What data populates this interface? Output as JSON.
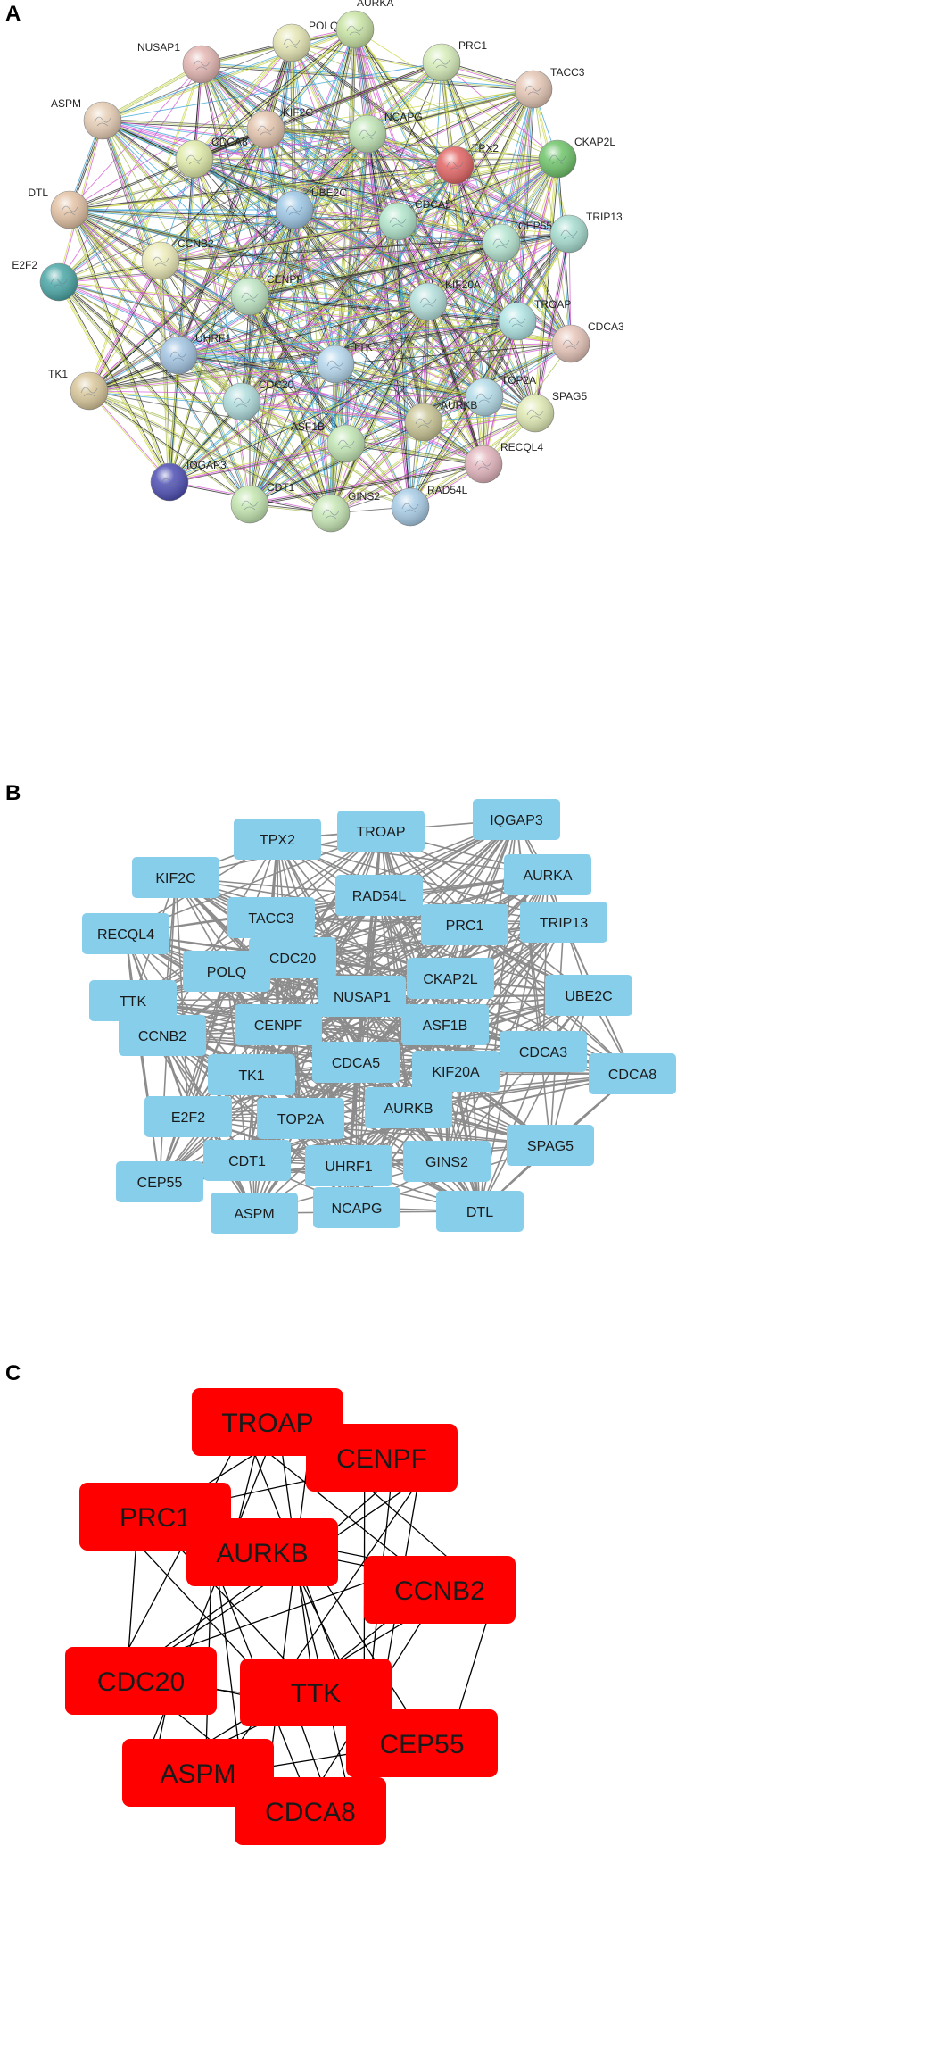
{
  "panels": {
    "a": "A",
    "b": "B",
    "c": "C"
  },
  "colors": {
    "edge_a": [
      "#c8d43a",
      "#1a1a1a",
      "#d14fd1",
      "#2e9fd6",
      "#a3b84a",
      "#555555"
    ],
    "box_b": "#87ceeb",
    "edge_b": "#8c8c8c",
    "box_c": "#ff0000",
    "edge_c": "#000000"
  },
  "network_a": [
    {
      "label": "NUSAP1",
      "color": "#e3b5b1"
    },
    {
      "label": "POLQ",
      "color": "#e6e6b4"
    },
    {
      "label": "AURKA",
      "color": "#c9e4a4"
    },
    {
      "label": "PRC1",
      "color": "#d5ecb8"
    },
    {
      "label": "TACC3",
      "color": "#e4c6b4"
    },
    {
      "label": "ASPM",
      "color": "#e6cdb4"
    },
    {
      "label": "KIF2C",
      "color": "#e3c4ad"
    },
    {
      "label": "NCAPG",
      "color": "#bfe4b4"
    },
    {
      "label": "TPX2",
      "color": "#e36565"
    },
    {
      "label": "CKAP2L",
      "color": "#6fc46a"
    },
    {
      "label": "CDCA8",
      "color": "#dfeaa8"
    },
    {
      "label": "DTL",
      "color": "#e3c2a4"
    },
    {
      "label": "UBE2C",
      "color": "#9ec8e6"
    },
    {
      "label": "CDCA5",
      "color": "#b2e6cc"
    },
    {
      "label": "CEP55",
      "color": "#b6e6d2"
    },
    {
      "label": "TRIP13",
      "color": "#a6dccf"
    },
    {
      "label": "CCNB2",
      "color": "#ecebb8"
    },
    {
      "label": "E2F2",
      "color": "#4aa6a6"
    },
    {
      "label": "CENPF",
      "color": "#bfe6c4"
    },
    {
      "label": "KIF20A",
      "color": "#b4e0dc"
    },
    {
      "label": "TROAP",
      "color": "#b0e4e4"
    },
    {
      "label": "CDCA3",
      "color": "#e6c4b8"
    },
    {
      "label": "UHRF1",
      "color": "#a2c4e2"
    },
    {
      "label": "TTK",
      "color": "#b4d6ec"
    },
    {
      "label": "TK1",
      "color": "#d9c79a"
    },
    {
      "label": "CDC20",
      "color": "#b0dcdc"
    },
    {
      "label": "TOP2A",
      "color": "#b4dce8"
    },
    {
      "label": "SPAG5",
      "color": "#e0eab4"
    },
    {
      "label": "AURKB",
      "color": "#c8c494"
    },
    {
      "label": "ASF1B",
      "color": "#c2e6b4"
    },
    {
      "label": "RECQL4",
      "color": "#e2b4bc"
    },
    {
      "label": "IQGAP3",
      "color": "#4d4eb4"
    },
    {
      "label": "CDT1",
      "color": "#c4e6b0"
    },
    {
      "label": "GINS2",
      "color": "#c6e6b4"
    },
    {
      "label": "RAD54L",
      "color": "#a8cce6"
    }
  ],
  "network_b": [
    "TPX2",
    "TROAP",
    "IQGAP3",
    "KIF2C",
    "AURKA",
    "TACC3",
    "RAD54L",
    "RECQL4",
    "PRC1",
    "TRIP13",
    "CDC20",
    "POLQ",
    "CKAP2L",
    "TTK",
    "NUSAP1",
    "UBE2C",
    "CENPF",
    "ASF1B",
    "CCNB2",
    "CDCA3",
    "CDCA5",
    "TK1",
    "KIF20A",
    "CDCA8",
    "E2F2",
    "TOP2A",
    "AURKB",
    "SPAG5",
    "CDT1",
    "UHRF1",
    "GINS2",
    "CEP55",
    "NCAPG",
    "DTL",
    "ASPM"
  ],
  "network_c": [
    "TROAP",
    "CENPF",
    "PRC1",
    "AURKB",
    "CCNB2",
    "CDC20",
    "TTK",
    "CEP55",
    "ASPM",
    "CDCA8"
  ]
}
